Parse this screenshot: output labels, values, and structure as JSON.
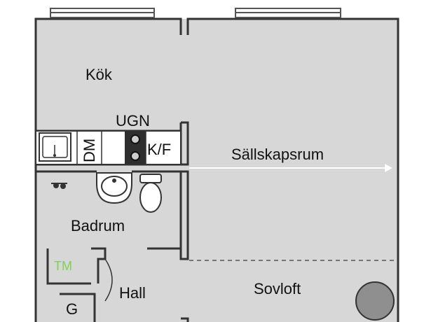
{
  "plan": {
    "colors": {
      "floor": "#d7d7d7",
      "wall": "#333333",
      "window_frame": "#555555",
      "fixture_fill": "#ffffff",
      "stove_burner": "#2e2e2e",
      "circle_fill": "#8f8f8f",
      "label_text": "#111111",
      "tm_label": "#7fd14f"
    },
    "rooms": {
      "kok": "Kök",
      "badrum": "Badrum",
      "hall": "Hall",
      "sallskapsrum": "Sällskapsrum",
      "sovloft": "Sovloft"
    },
    "fixtures": {
      "ugn": "UGN",
      "dm": "DM",
      "kf": "K/F",
      "tm": "TM",
      "g": "G"
    },
    "icons": {
      "window": "window-icon",
      "sink": "kitchen-sink-icon",
      "stove": "stove-icon",
      "washbasin": "washbasin-icon",
      "toilet": "toilet-icon",
      "faucet": "faucet-icon",
      "round_object": "round-object-icon",
      "arrow": "arrow-right-icon"
    }
  }
}
